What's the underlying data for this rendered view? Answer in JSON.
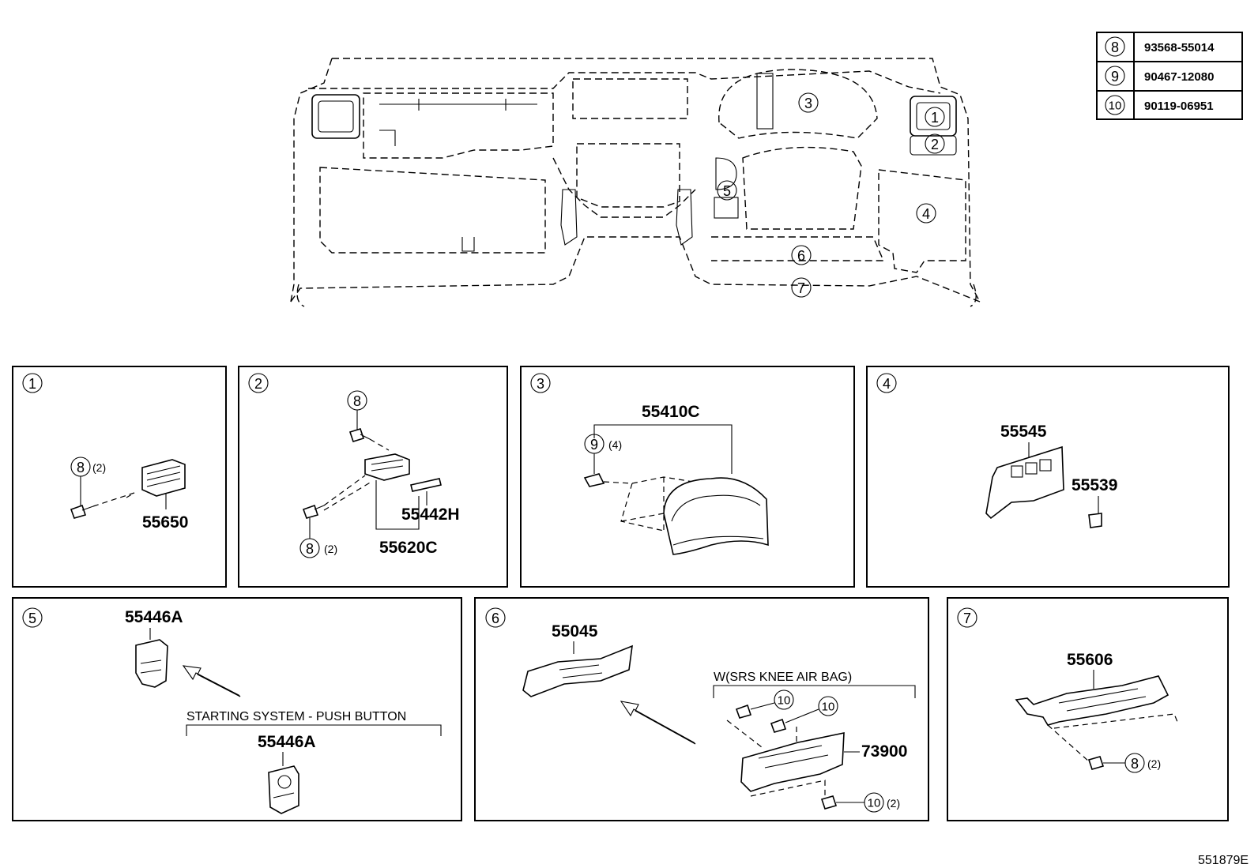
{
  "key_table": [
    {
      "ref": "8",
      "part_no": "93568-55014"
    },
    {
      "ref": "9",
      "part_no": "90467-12080"
    },
    {
      "ref": "10",
      "part_no": "90119-06951"
    }
  ],
  "overview_callouts": [
    "1",
    "2",
    "3",
    "4",
    "5",
    "6",
    "7"
  ],
  "panels": {
    "p1": {
      "index": "1",
      "parts": [
        "55650"
      ],
      "qty": "(2)"
    },
    "p2": {
      "index": "2",
      "parts": [
        "55442H",
        "55620C"
      ],
      "qty": "(2)"
    },
    "p3": {
      "index": "3",
      "parts": [
        "55410C"
      ],
      "qty": "(4)"
    },
    "p4": {
      "index": "4",
      "parts": [
        "55545",
        "55539"
      ]
    },
    "p5": {
      "index": "5",
      "parts": [
        "55446A",
        "55446A"
      ],
      "variant_label": "STARTING SYSTEM - PUSH BUTTON"
    },
    "p6": {
      "index": "6",
      "parts": [
        "55045",
        "73900"
      ],
      "variant_label": "W(SRS KNEE AIR BAG)",
      "qty": "(2)"
    },
    "p7": {
      "index": "7",
      "parts": [
        "55606"
      ],
      "qty": "(2)"
    }
  },
  "drawing_code": "551879E"
}
